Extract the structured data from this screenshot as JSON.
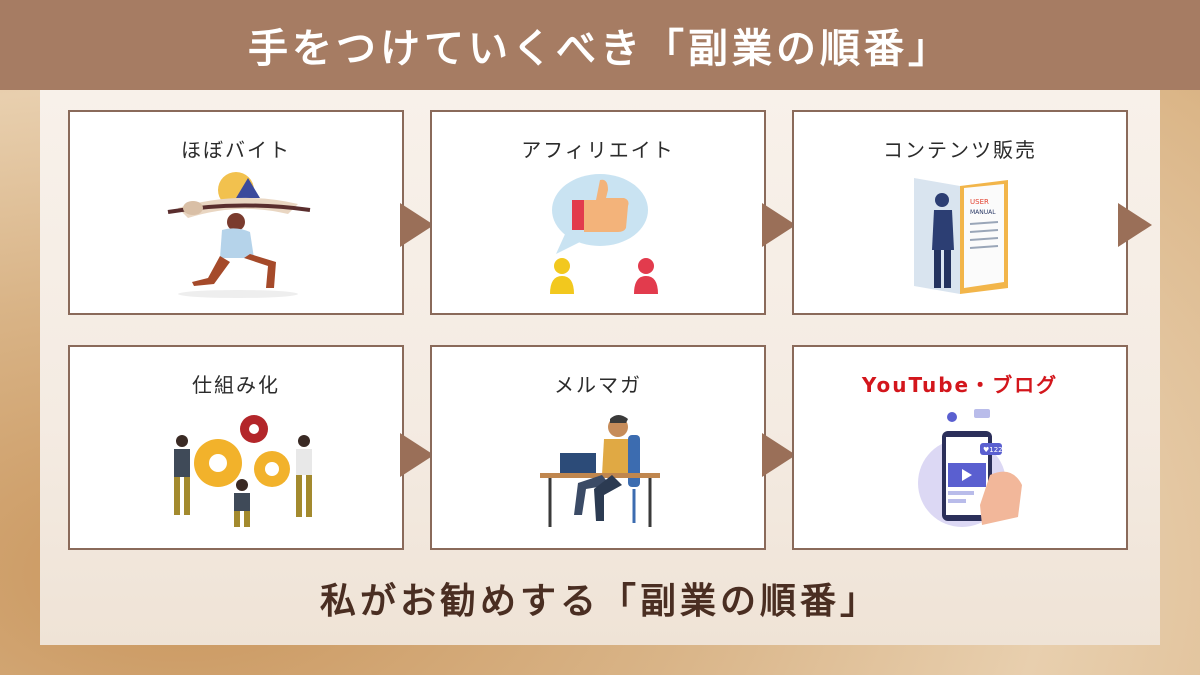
{
  "title": "手をつけていくべき「副業の順番」",
  "steps": [
    {
      "label": "ほぼバイト",
      "icon": "strong-person-illustration"
    },
    {
      "label": "アフィリエイト",
      "icon": "thumbs-up-illustration"
    },
    {
      "label": "コンテンツ販売",
      "icon": "user-manual-illustration"
    },
    {
      "label": "仕組み化",
      "icon": "gears-teamwork-illustration"
    },
    {
      "label": "メルマガ",
      "icon": "laptop-worker-illustration"
    },
    {
      "label": "YouTube・ブログ",
      "icon": "smartphone-video-illustration"
    }
  ],
  "caption": "私がお勧めする「副業の順番」",
  "colors": {
    "header": "#a67c63",
    "arrow": "#9a6f58",
    "caption": "#4a2e22",
    "highlight_label": "#d3161c"
  }
}
